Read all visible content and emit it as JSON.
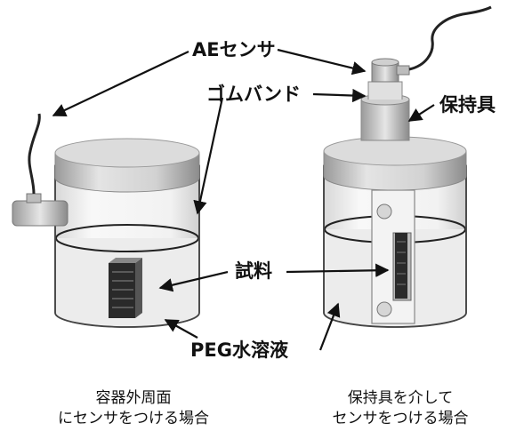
{
  "labels": {
    "ae_sensor": "AEセンサ",
    "rubber_band": "ゴムバンド",
    "holder": "保持具",
    "sample": "試料",
    "peg_solution": "PEG水溶液"
  },
  "captions": {
    "left_line1": "容器外周面",
    "left_line2": "にセンサをつける場合",
    "right_line1": "保持具を介して",
    "right_line2": "センサをつける場合"
  }
}
